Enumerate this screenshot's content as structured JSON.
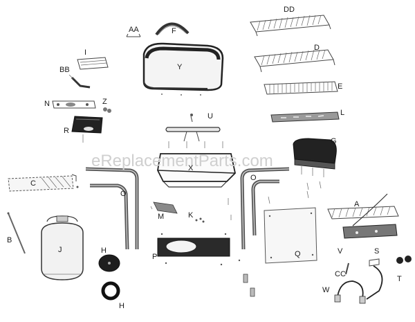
{
  "watermark": "eReplacementParts.com",
  "labels": {
    "AA": "AA",
    "F": "F",
    "DD": "DD",
    "I": "I",
    "Y": "Y",
    "D": "D",
    "BB": "BB",
    "E": "E",
    "N": "N",
    "Z": "Z",
    "U": "U",
    "L": "L",
    "R": "R",
    "G": "G",
    "X": "X",
    "C": "C",
    "O_left": "O",
    "O_right": "O",
    "A": "A",
    "M": "M",
    "K": "K",
    "B": "B",
    "J": "J",
    "H_top": "H",
    "H_bottom": "H",
    "P": "P",
    "Q": "Q",
    "V": "V",
    "S": "S",
    "CC": "CC",
    "T": "T",
    "W": "W"
  }
}
